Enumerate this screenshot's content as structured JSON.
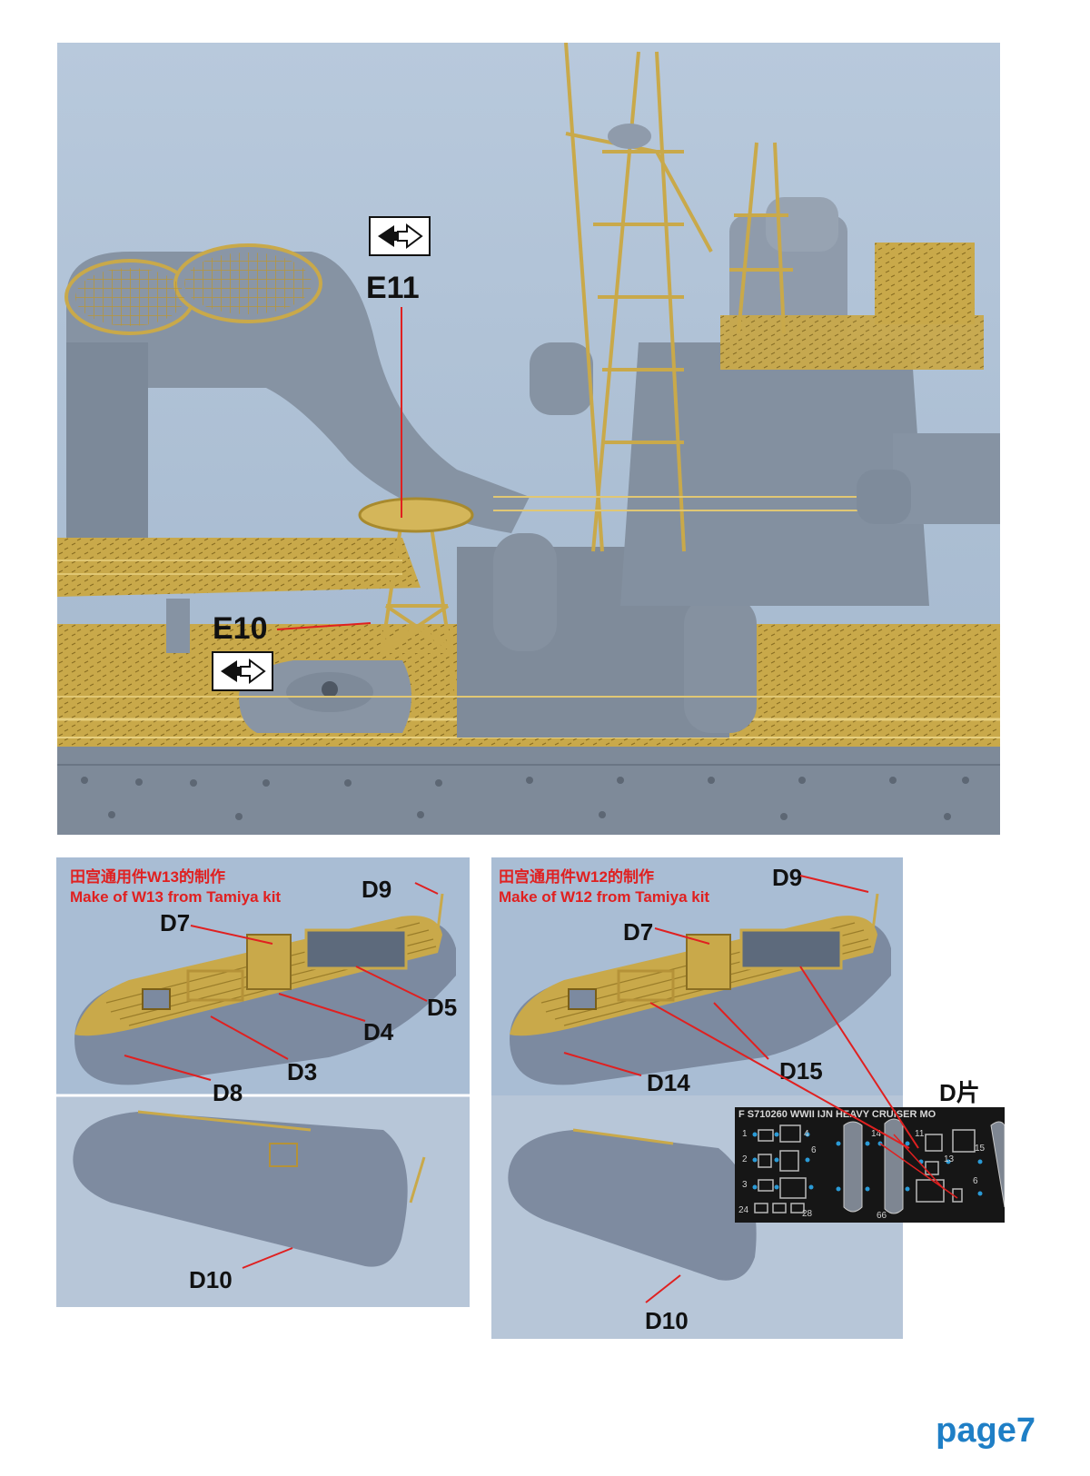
{
  "top_photo": {
    "callouts": [
      {
        "id": "e11",
        "text": "E11"
      },
      {
        "id": "e10",
        "text": "E10"
      }
    ]
  },
  "panel_w13": {
    "caption_cn": "田宫通用件W13的制作",
    "caption_en": "Make of W13 from Tamiya kit",
    "callouts": [
      "D9",
      "D7",
      "D5",
      "D4",
      "D3",
      "D8",
      "D10"
    ]
  },
  "panel_w12": {
    "caption_cn": "田宫通用件W12的制作",
    "caption_en": "Make of W12 from Tamiya kit",
    "callouts": [
      "D9",
      "D7",
      "D14",
      "D15",
      "D10"
    ]
  },
  "fret": {
    "label": "D片",
    "header": "F S710260 WWII IJN HEAVY CRUISER MO",
    "numbers": [
      "1",
      "2",
      "3",
      "4",
      "6",
      "14",
      "11",
      "13",
      "15",
      "6",
      "24",
      "28",
      "66"
    ]
  },
  "colors": {
    "caption_red": "#e02020",
    "page_blue": "#1f7fc6",
    "brass": "#c9a94a",
    "hull_grey": "#7f8c9c",
    "background_blue": "#a9bdd4"
  },
  "page_number": "page7"
}
